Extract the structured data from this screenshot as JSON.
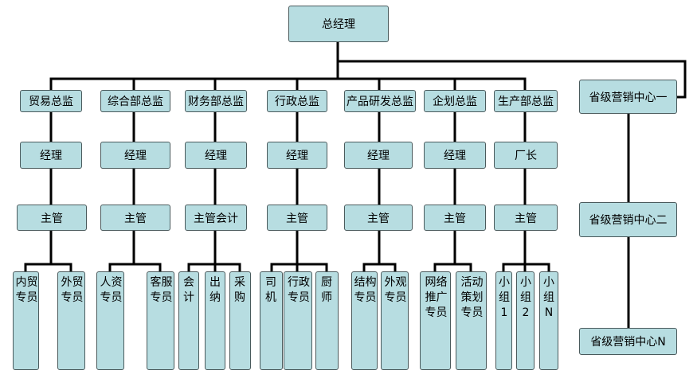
{
  "org_chart": {
    "top": "总经理",
    "directors": [
      {
        "title": "贸易总监",
        "manager": "经理",
        "supervisor": "主管",
        "staff": [
          "内贸专员",
          "外贸专员"
        ]
      },
      {
        "title": "综合部总监",
        "manager": "经理",
        "supervisor": "主管",
        "staff": [
          "人资专员",
          "客服专员"
        ]
      },
      {
        "title": "财务部总监",
        "manager": "经理",
        "supervisor": "主管会计",
        "staff": [
          "会计",
          "出纳",
          "采购"
        ]
      },
      {
        "title": "行政总监",
        "manager": "经理",
        "supervisor": "主管",
        "staff": [
          "司机",
          "行政专员",
          "厨师"
        ]
      },
      {
        "title": "产品研发总监",
        "manager": "经理",
        "supervisor": "主管",
        "staff": [
          "结构专员",
          "外观专员"
        ]
      },
      {
        "title": "企划总监",
        "manager": "经理",
        "supervisor": "主管",
        "staff": [
          "网络推广专员",
          "活动策划专员"
        ]
      },
      {
        "title": "生产部总监",
        "manager": "厂长",
        "supervisor": "主管",
        "staff": [
          "小组1",
          "小组2",
          "小组N"
        ]
      }
    ],
    "marketing_centers": [
      "省级营销中心一",
      "省级营销中心二",
      "省级营销中心N"
    ]
  }
}
